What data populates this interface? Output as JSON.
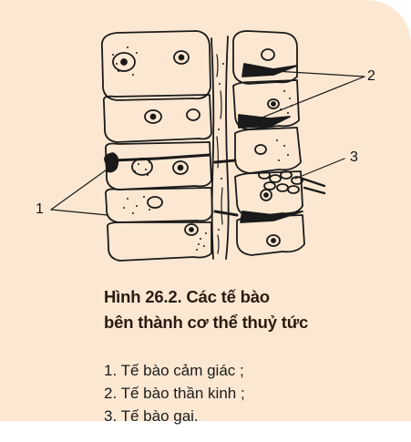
{
  "figure": {
    "callouts": [
      "1",
      "2",
      "3"
    ],
    "caption_line1": "Hình 26.2. Các tế bào",
    "caption_line2": "bên thành cơ thể thuỷ tức",
    "legend": [
      "1. Tế bào cảm giác ;",
      "2. Tế bào thần kinh ;",
      "3. Tế bào gai."
    ]
  },
  "colors": {
    "background": "#fce8d2",
    "line": "#1a1a1a",
    "text": "#2a1b12"
  }
}
